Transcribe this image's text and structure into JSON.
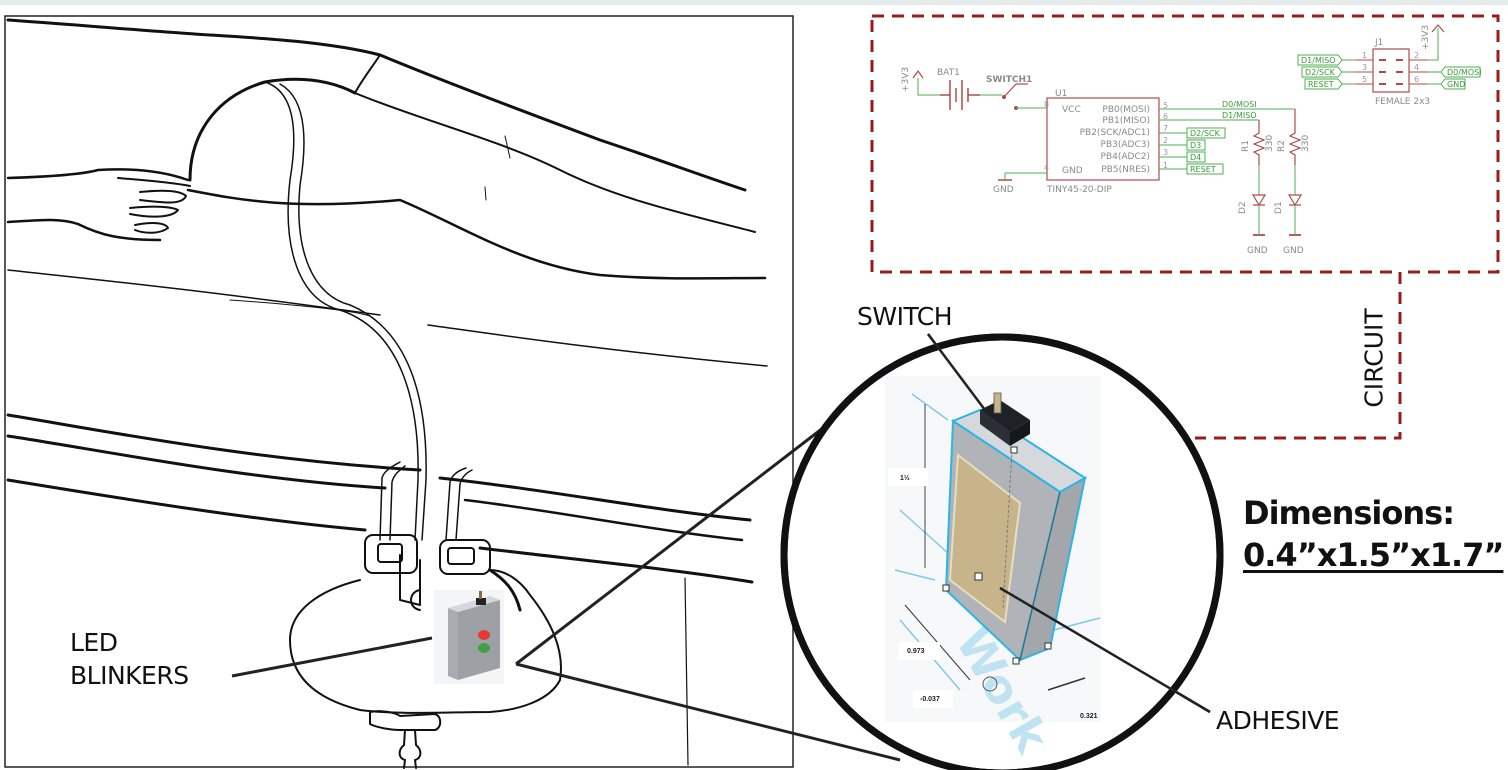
{
  "labels": {
    "switch": "SWITCH",
    "led_blinkers_line1": "LED",
    "led_blinkers_line2": "BLINKERS",
    "adhesive": "ADHESIVE",
    "circuit": "CIRCUIT",
    "dimensions_title": "Dimensions:",
    "dimensions_value": "0.4”x1.5”x1.7”"
  },
  "schematic": {
    "power_label": "+3V3",
    "battery": "BAT1",
    "switch": "SWITCH1",
    "ic_ref": "U1",
    "ic_part": "TINY45-20-DIP",
    "ic_left_pins": [
      {
        "num": "8",
        "name": "VCC"
      },
      {
        "num": "4",
        "name": "GND"
      }
    ],
    "ic_right_pins": [
      {
        "num": "5",
        "name": "PB0(MOSI)"
      },
      {
        "num": "6",
        "name": "PB1(MISO)"
      },
      {
        "num": "7",
        "name": "PB2(SCK/ADC1)"
      },
      {
        "num": "2",
        "name": "PB3(ADC3)"
      },
      {
        "num": "3",
        "name": "PB4(ADC2)"
      },
      {
        "num": "1",
        "name": "PB5(NRES)"
      }
    ],
    "ic_net_labels": [
      "D2/SCK",
      "D3",
      "D4",
      "RESET"
    ],
    "wire_labels": [
      "D0/MOSI",
      "D1/MISO"
    ],
    "gnd": "GND",
    "resistors": [
      {
        "ref": "R1",
        "value": "330"
      },
      {
        "ref": "R2",
        "value": "330"
      }
    ],
    "leds": [
      "D2",
      "D1"
    ],
    "header": {
      "ref": "J1",
      "part": "FEMALE 2x3",
      "power": "+3V3",
      "left": [
        {
          "net": "D1/MISO",
          "pin": "1"
        },
        {
          "net": "D2/SCK",
          "pin": "3"
        },
        {
          "net": "RESET",
          "pin": "5"
        }
      ],
      "right": [
        {
          "pin": "2",
          "net": ""
        },
        {
          "pin": "4",
          "net": "D0/MOSI"
        },
        {
          "pin": "6",
          "net": "GND"
        }
      ]
    }
  },
  "cad_view": {
    "height_dim": "1½",
    "width_dim": "0.973",
    "offset_dim": "-0.037",
    "depth_dim": "0.321"
  },
  "colors": {
    "circuit_border": "#9b1c1c",
    "schematic_wire": "#4caf50",
    "schematic_part": "#b04a4a",
    "cad_highlight": "#2bb5e6",
    "adhesive": "#c8b48a",
    "led_red": "#e53935",
    "led_green": "#43a047"
  }
}
